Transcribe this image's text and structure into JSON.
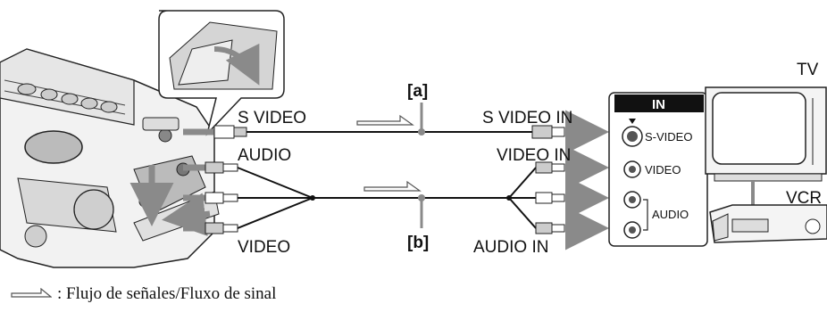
{
  "labels": {
    "s_video": "S VIDEO",
    "audio": "AUDIO",
    "video": "VIDEO",
    "a": "[a]",
    "b": "[b]",
    "s_video_in": "S VIDEO IN",
    "video_in": "VIDEO IN",
    "audio_in": "AUDIO IN",
    "panel_in": "IN",
    "panel_s_video": "S-VIDEO",
    "panel_video": "VIDEO",
    "panel_audio": "AUDIO",
    "tv": "TV",
    "vcr": "VCR"
  },
  "legend": {
    "text": ": Flujo de señales/Fluxo de sinal",
    "icon": "signal-flow-arrow-icon"
  }
}
